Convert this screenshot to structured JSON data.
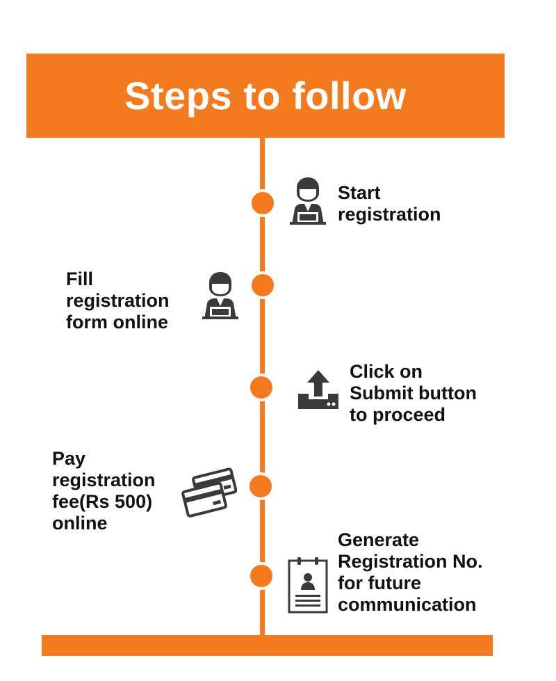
{
  "header": {
    "title": "Steps to follow"
  },
  "colors": {
    "accent": "#f37a1f",
    "icon": "#3a3a3a",
    "text": "#111111"
  },
  "steps": [
    {
      "icon": "person-laptop-icon",
      "lines": [
        "Start",
        "registration"
      ]
    },
    {
      "icon": "person-laptop-icon",
      "lines": [
        "Fill",
        "registration",
        "form online"
      ]
    },
    {
      "icon": "upload-icon",
      "lines": [
        "Click on",
        "Submit button",
        "to proceed"
      ]
    },
    {
      "icon": "credit-cards-icon",
      "lines": [
        "Pay",
        "registration",
        "fee(Rs 500)",
        "online"
      ]
    },
    {
      "icon": "id-document-icon",
      "lines": [
        "Generate",
        "Registration No.",
        "for future",
        "communication"
      ]
    }
  ]
}
